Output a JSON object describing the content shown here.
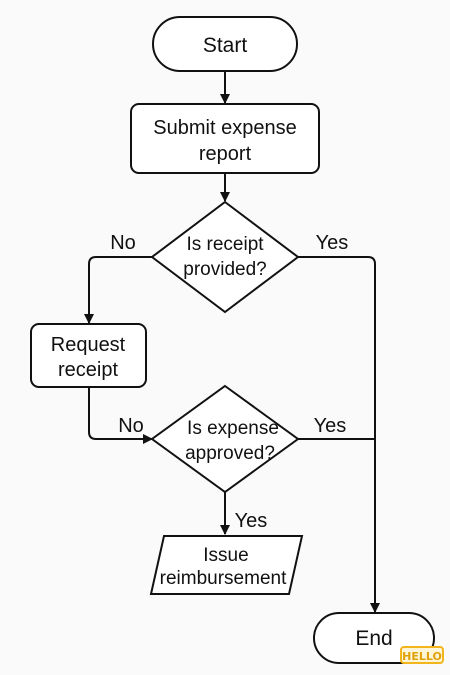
{
  "diagram": {
    "nodes": {
      "start": {
        "label": "Start"
      },
      "submit": {
        "lines": [
          "Submit expense",
          "report"
        ]
      },
      "receipt_decision": {
        "lines": [
          "Is receipt",
          "provided?"
        ]
      },
      "request_receipt": {
        "lines": [
          "Request",
          "receipt"
        ]
      },
      "approve_decision": {
        "lines": [
          "Is expense",
          "approved?"
        ]
      },
      "issue": {
        "lines": [
          "Issue",
          "reimbursement"
        ]
      },
      "end": {
        "label": "End"
      }
    },
    "edge_labels": {
      "receipt_no": "No",
      "receipt_yes": "Yes",
      "approve_no": "No",
      "approve_yes": "Yes",
      "approve_yes_down": "Yes"
    }
  },
  "watermark": {
    "text": "HELLO",
    "color": "#f2b51c"
  },
  "colors": {
    "stroke": "#111111",
    "fill": "#ffffff",
    "background": "#fafafa"
  }
}
